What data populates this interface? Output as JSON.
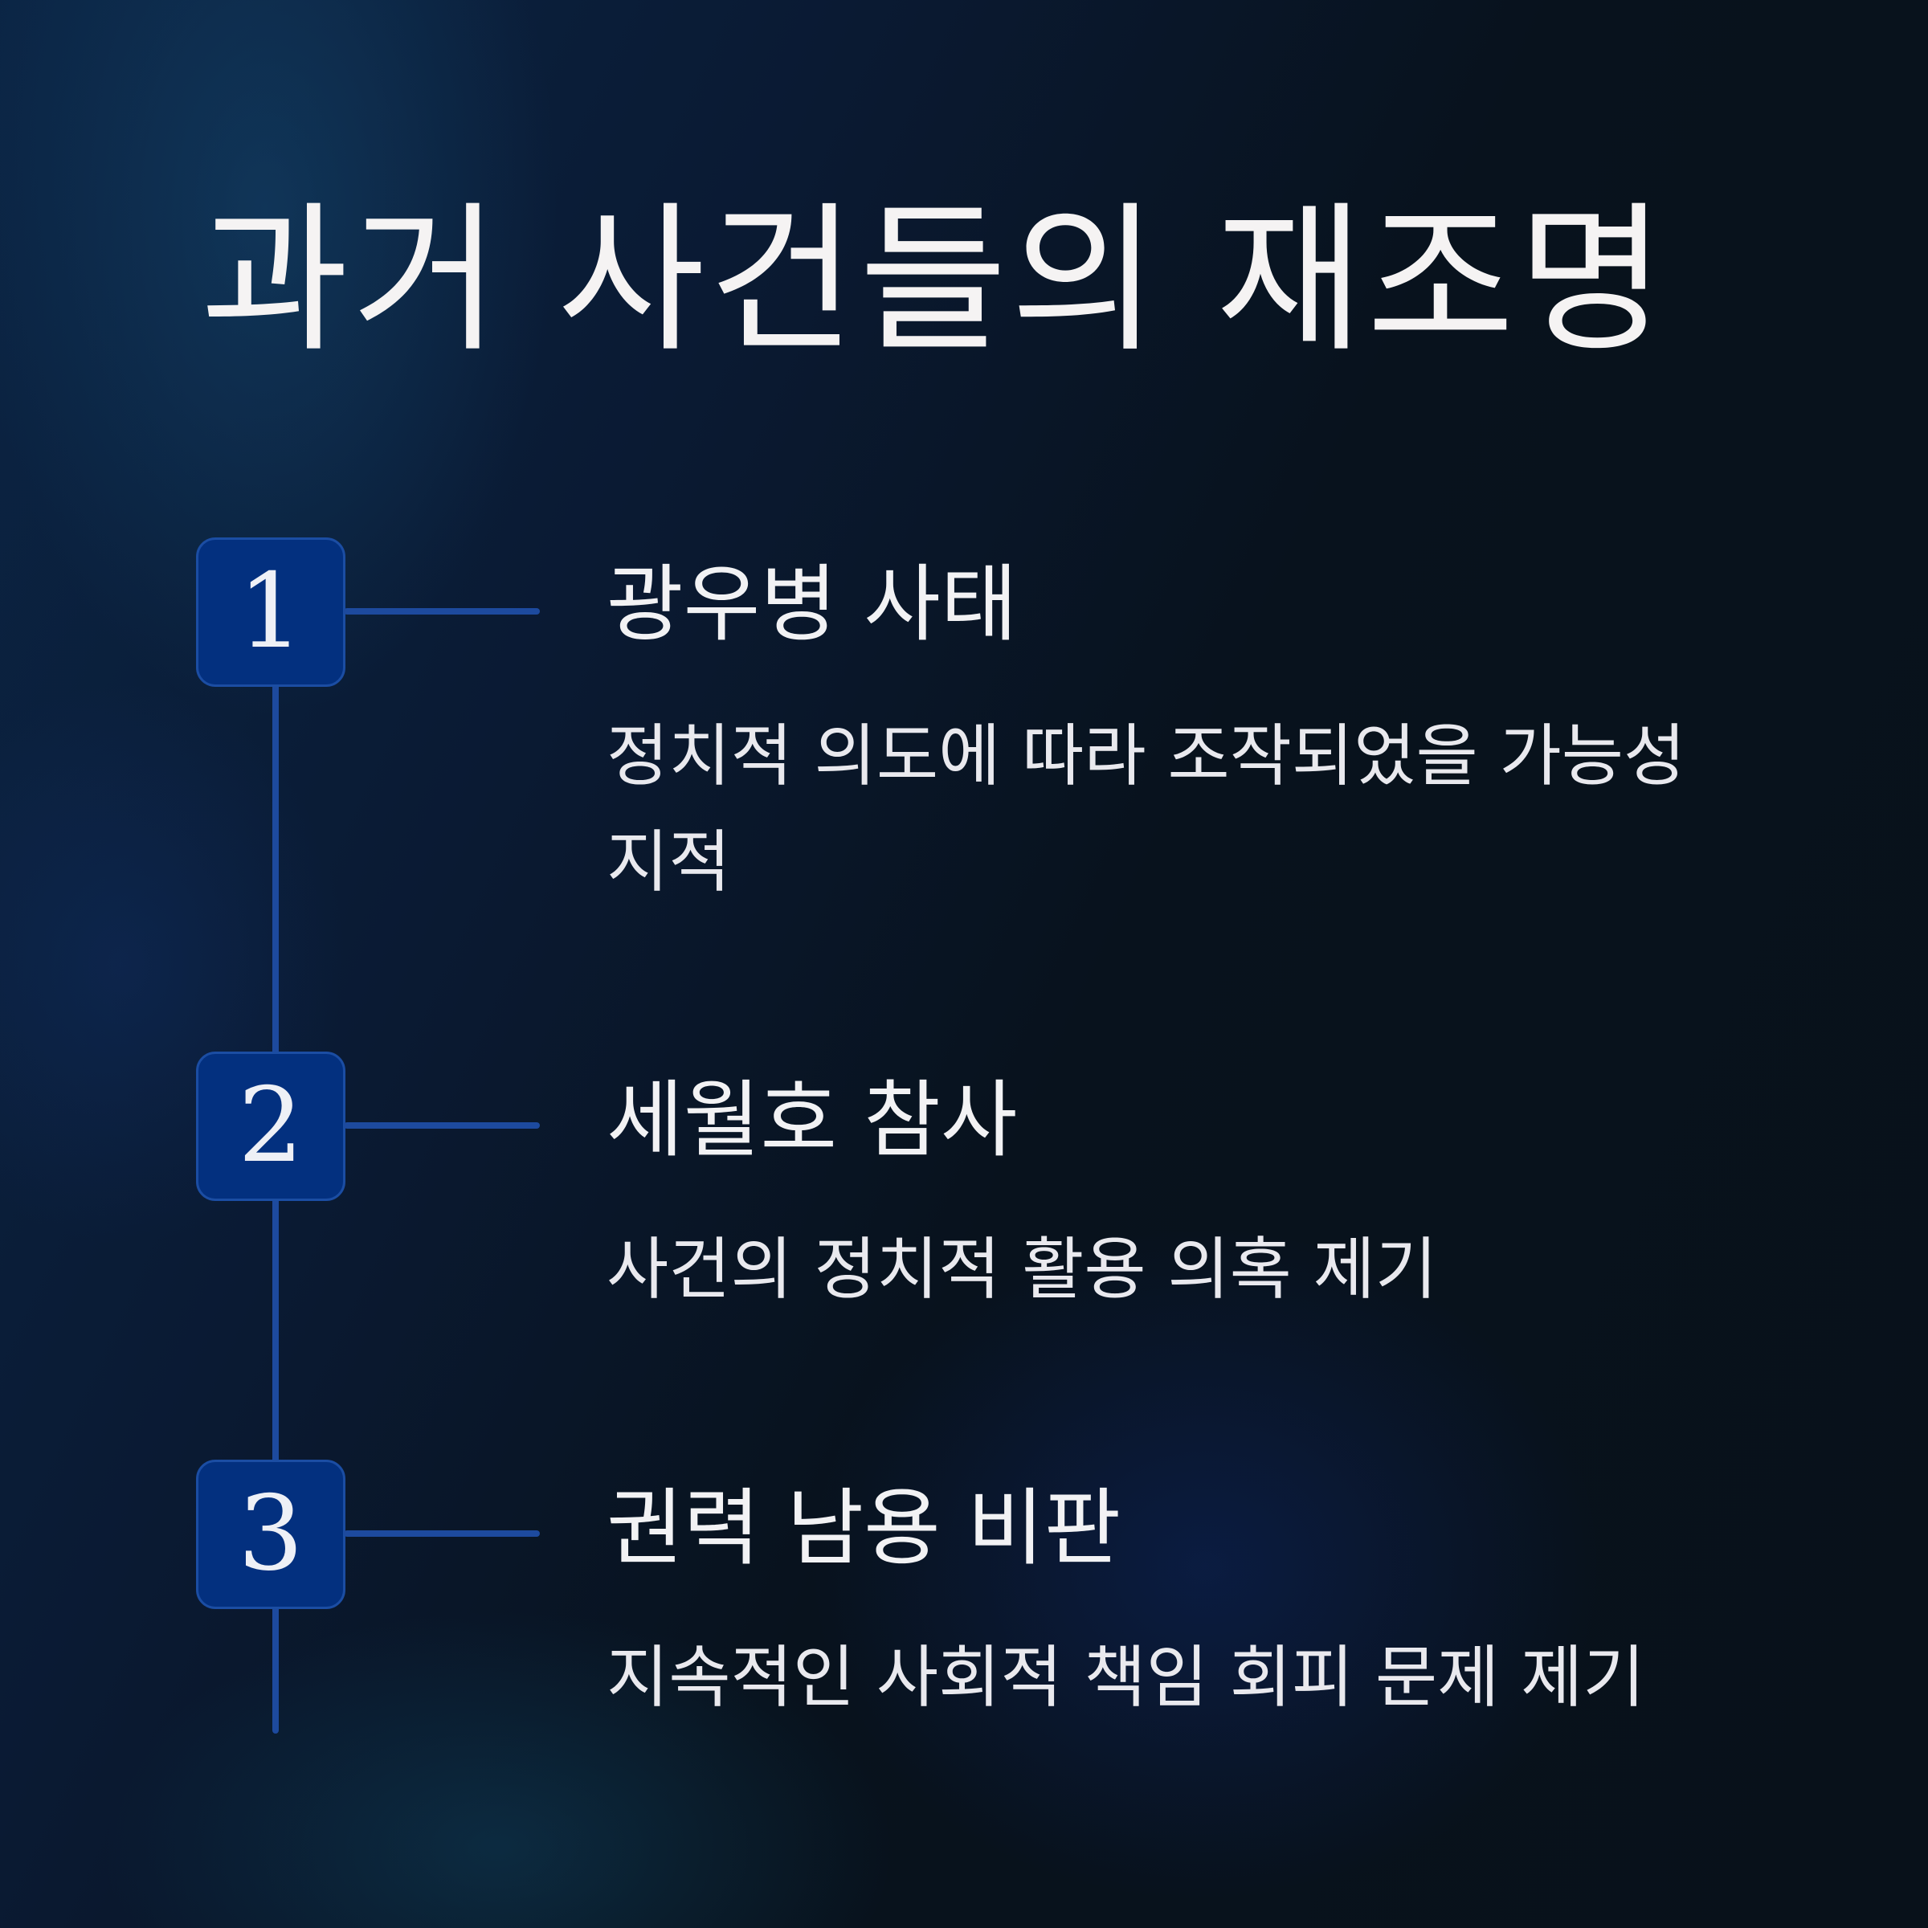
{
  "title": "과거 사건들의 재조명",
  "items": [
    {
      "number": "1",
      "heading": "광우병 사태",
      "description": "정치적 의도에 따라 조작되었을 가능성 지적"
    },
    {
      "number": "2",
      "heading": "세월호 참사",
      "description": "사건의 정치적 활용 의혹 제기"
    },
    {
      "number": "3",
      "heading": "권력 남용 비판",
      "description": "지속적인 사회적 책임 회피 문제 제기"
    }
  ],
  "colors": {
    "background": "#08121d",
    "accent": "#1d4a9e",
    "marker_fill": "#03307f",
    "text": "#f4f4f6"
  }
}
